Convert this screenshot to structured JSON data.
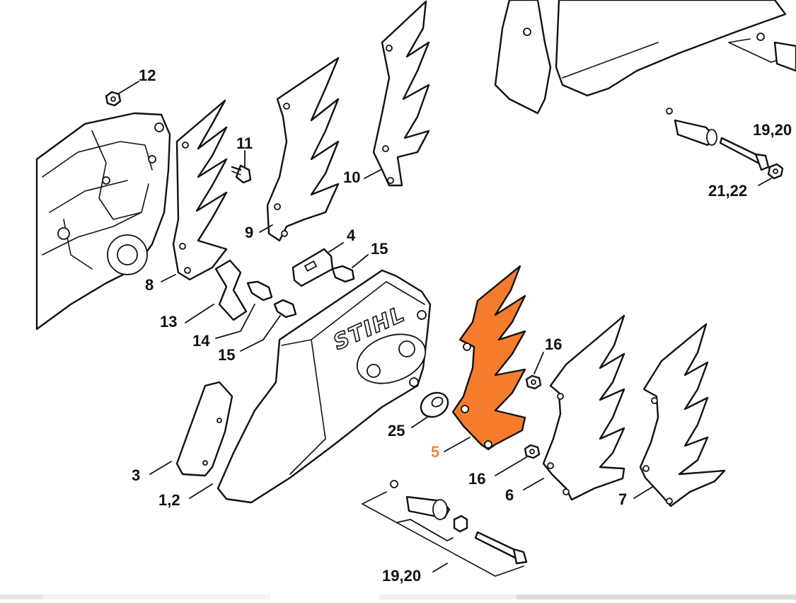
{
  "diagram": {
    "brand_logo": "STIHL",
    "selected_part": "5",
    "highlight_color": "#f47c2c",
    "callouts": [
      {
        "id": "12",
        "label": "12"
      },
      {
        "id": "11",
        "label": "11"
      },
      {
        "id": "10",
        "label": "10"
      },
      {
        "id": "9",
        "label": "9"
      },
      {
        "id": "8",
        "label": "8"
      },
      {
        "id": "4",
        "label": "4"
      },
      {
        "id": "15a",
        "label": "15"
      },
      {
        "id": "13",
        "label": "13"
      },
      {
        "id": "14",
        "label": "14"
      },
      {
        "id": "15b",
        "label": "15"
      },
      {
        "id": "16a",
        "label": "16"
      },
      {
        "id": "25",
        "label": "25"
      },
      {
        "id": "5",
        "label": "5"
      },
      {
        "id": "16b",
        "label": "16"
      },
      {
        "id": "3",
        "label": "3"
      },
      {
        "id": "1_2",
        "label": "1,2"
      },
      {
        "id": "6",
        "label": "6"
      },
      {
        "id": "7",
        "label": "7"
      },
      {
        "id": "19_20a",
        "label": "19,20"
      },
      {
        "id": "21_22",
        "label": "21,22"
      },
      {
        "id": "19_20b",
        "label": "19,20"
      }
    ]
  }
}
